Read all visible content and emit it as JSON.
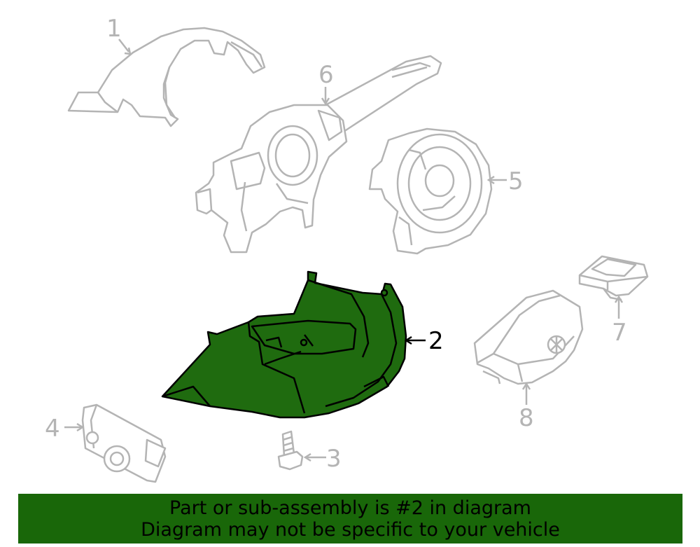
{
  "callouts": [
    {
      "id": "1",
      "label": "1"
    },
    {
      "id": "2",
      "label": "2"
    },
    {
      "id": "3",
      "label": "3"
    },
    {
      "id": "4",
      "label": "4"
    },
    {
      "id": "5",
      "label": "5"
    },
    {
      "id": "6",
      "label": "6"
    },
    {
      "id": "7",
      "label": "7"
    },
    {
      "id": "8",
      "label": "8"
    }
  ],
  "highlighted_part": "2",
  "footer": {
    "line1": "Part or sub-assembly is #2 in diagram",
    "line2": "Diagram may not be specific to your vehicle"
  },
  "colors": {
    "highlight": "#1f6b0f",
    "banner": "#196709",
    "line": "#b4b4b4",
    "active_line": "#000000"
  }
}
